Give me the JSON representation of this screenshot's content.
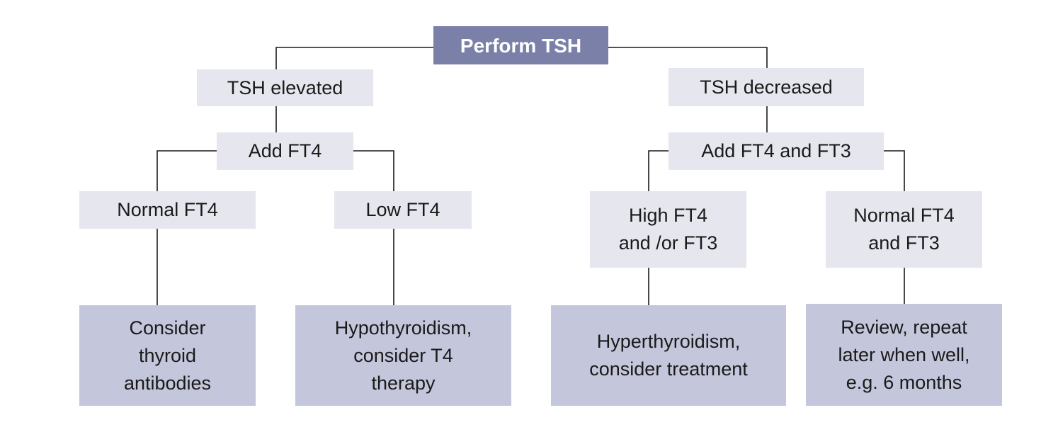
{
  "flowchart": {
    "root": "Perform TSH",
    "left": {
      "branch": "TSH elevated",
      "test": "Add FT4",
      "outcome_a": "Normal FT4",
      "outcome_b": "Low FT4",
      "action_a": "Consider\nthyroid\nantibodies",
      "action_b": "Hypothyroidism,\nconsider T4\ntherapy"
    },
    "right": {
      "branch": "TSH decreased",
      "test": "Add FT4  and FT3",
      "outcome_a": "High FT4\nand /or FT3",
      "outcome_b": "Normal FT4\nand FT3",
      "action_a": "Hyperthyroidism,\nconsider treatment",
      "action_b": "Review, repeat\nlater when well,\n e.g. 6 months"
    }
  },
  "colors": {
    "root_fill": "#7b80a9",
    "step_fill": "#e6e6ee",
    "result_fill": "#c4c6dc",
    "connector": "#1a1a1a"
  }
}
